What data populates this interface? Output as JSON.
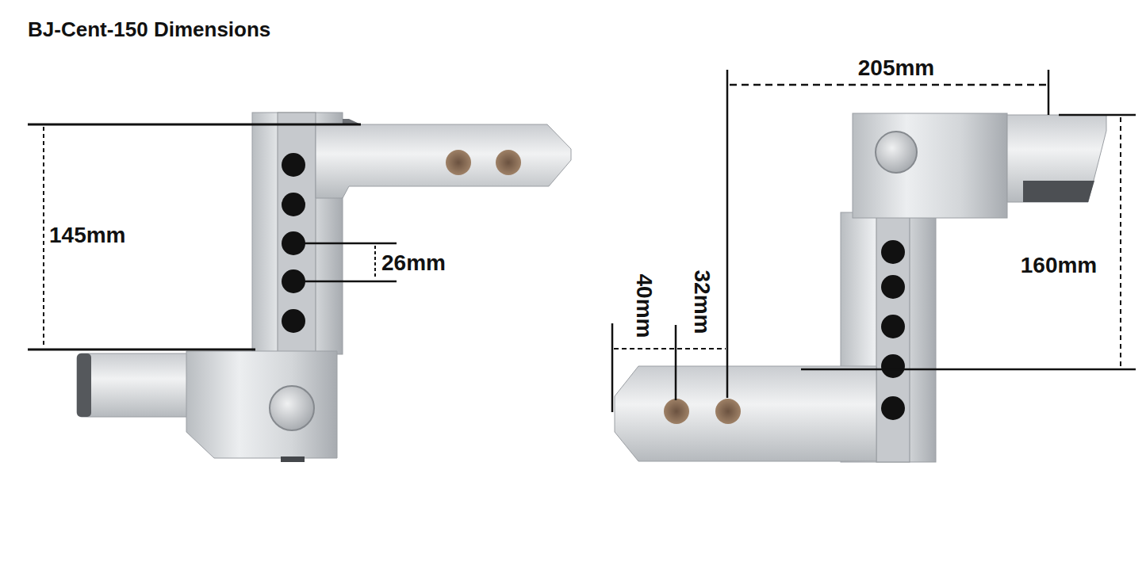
{
  "diagram": {
    "title": "BJ-Cent-150 Dimensions",
    "labels": [
      "145mm",
      "26mm",
      "205mm",
      "40mm",
      "32mm",
      "160mm"
    ]
  }
}
